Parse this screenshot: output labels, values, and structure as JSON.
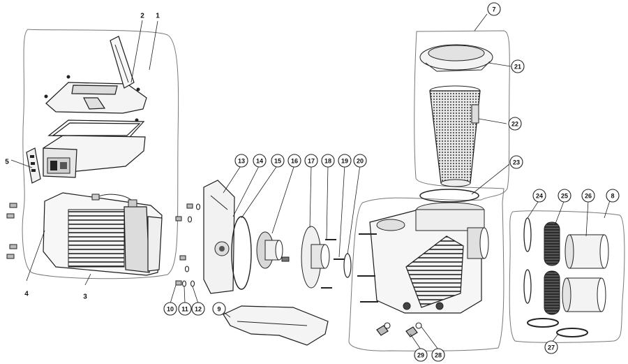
{
  "diagram": {
    "callouts": [
      "1",
      "2",
      "3",
      "4",
      "5",
      "7",
      "8",
      "9",
      "10",
      "11",
      "12",
      "13",
      "14",
      "15",
      "16",
      "17",
      "18",
      "19",
      "20",
      "21",
      "22",
      "23",
      "24",
      "25",
      "26",
      "27",
      "28",
      "29"
    ]
  }
}
